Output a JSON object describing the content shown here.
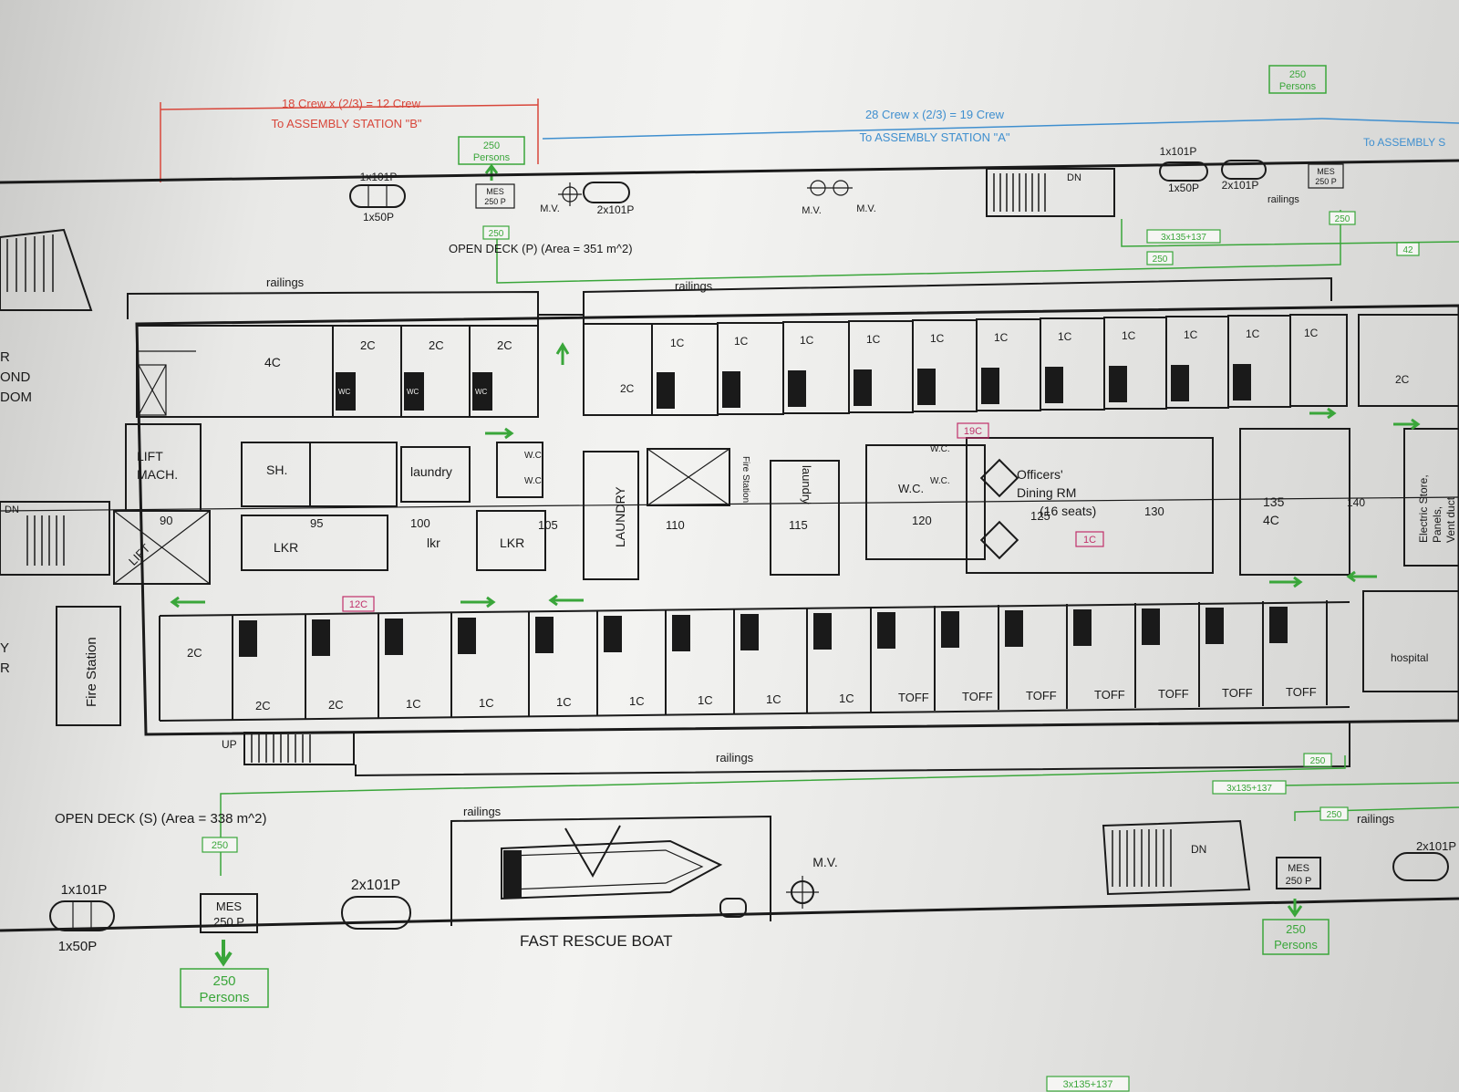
{
  "crew_b": {
    "line1": "18 Crew x (2/3) = 12 Crew",
    "line2": "To ASSEMBLY STATION \"B\""
  },
  "crew_a": {
    "line1": "28 Crew x (2/3) = 19 Crew",
    "line2": "To ASSEMBLY STATION \"A\"",
    "partial": "To ASSEMBLY S"
  },
  "open_deck_p": "OPEN DECK (P) (Area = 351 m^2)",
  "open_deck_s": "OPEN DECK (S) (Area = 338 m^2)",
  "railings": "railings",
  "persons_250": {
    "num": "250",
    "word": "Persons"
  },
  "badge_250": "250",
  "badge_42": "42",
  "route": "3x135+137",
  "mes": {
    "line1": "MES",
    "line2": "250 P"
  },
  "raft_1x101": "1x101P",
  "raft_1x50": "1x50P",
  "raft_2x101": "2x101P",
  "mv": "M.V.",
  "dn": "DN",
  "up": "UP",
  "rooms": {
    "c4": "4C",
    "c2": "2C",
    "c1": "1C",
    "toff": "TOFF",
    "wc": "WC",
    "wc_dot": "W.C.",
    "lift_mach": [
      "LIFT",
      "MACH."
    ],
    "lift": "LIFT",
    "sh": "SH.",
    "laundry": "laundry",
    "laundry_caps": "LAUNDRY",
    "lkr": "LKR",
    "lkr_small": "lkr",
    "fire_station": "Fire Station",
    "fire_station_small": "Fire Station",
    "officers_dining": [
      "Officers'",
      "Dining RM",
      "(16 seats)"
    ],
    "hospital": "hospital",
    "electric_store": [
      "Electric Store,",
      "Panels,",
      "Vent duct"
    ],
    "edge_left_top": [
      "R",
      "OND",
      "DOM"
    ],
    "edge_left_bot": [
      "Y",
      "R"
    ]
  },
  "frames": [
    "90",
    "95",
    "100",
    "105",
    "110",
    "115",
    "120",
    "125",
    "130",
    "135",
    "140"
  ],
  "zone_tags": [
    "12C",
    "19C",
    "1C"
  ],
  "boat_label": "FAST RESCUE BOAT",
  "colors": {
    "red": "#d8463a",
    "blue": "#3f8fcf",
    "green": "#3aa63a",
    "magenta": "#c0306a",
    "ink": "#1a1a1a"
  }
}
